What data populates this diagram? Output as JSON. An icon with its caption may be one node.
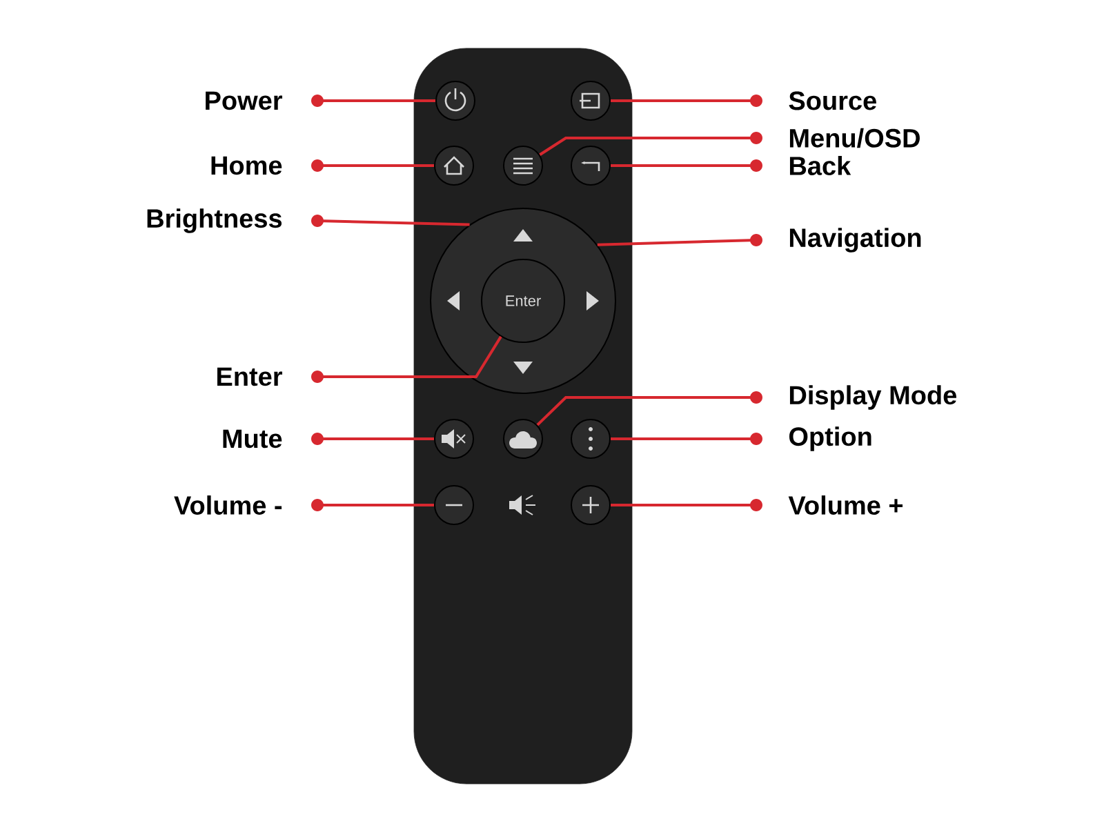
{
  "diagram": {
    "nodes": [
      {
        "text": [],
        "shape": "box"
      },
      {
        "text": [],
        "shape": "circle",
        "in": 0
      },
      {
        "text": [],
        "shape": "circle",
        "in": 0
      },
      {
        "text": [],
        "shape": "circle",
        "in": 0
      },
      {
        "text": [],
        "shape": "circle",
        "in": 0
      },
      {
        "text": [],
        "shape": "circle",
        "in": 0
      },
      {
        "text": [],
        "shape": "circle",
        "in": 0
      },
      {
        "text": [
          "Enter"
        ],
        "in": 6
      },
      {
        "text": [],
        "shape": "circle",
        "in": 0
      },
      {
        "text": [],
        "shape": "circle",
        "in": 0
      },
      {
        "text": [],
        "shape": "circle",
        "in": 0
      },
      {
        "text": [],
        "shape": "circle",
        "in": 0
      },
      {
        "text": [],
        "shape": "circle",
        "in": 0
      },
      {
        "text": [
          "Power"
        ]
      },
      {
        "text": [
          "Home"
        ]
      },
      {
        "text": [
          "Brightness"
        ]
      },
      {
        "text": [
          "Enter"
        ]
      },
      {
        "text": [
          "Mute"
        ]
      },
      {
        "text": [
          "Volume -"
        ]
      },
      {
        "text": [
          "Source"
        ]
      },
      {
        "text": [
          "Menu/OSD"
        ]
      },
      {
        "text": [
          "Back"
        ]
      },
      {
        "text": [
          "Navigation"
        ]
      },
      {
        "text": [
          "Display Mode"
        ]
      },
      {
        "text": [
          "Option"
        ]
      },
      {
        "text": [
          "Volume +"
        ]
      }
    ],
    "edges": [
      {
        "from": 13,
        "to": 1,
        "arrow": "other"
      },
      {
        "from": 14,
        "to": 3,
        "arrow": "other"
      },
      {
        "from": 15,
        "to": 6,
        "arrow": "other"
      },
      {
        "from": 16,
        "to": 7,
        "arrow": "other"
      },
      {
        "from": 17,
        "to": 8,
        "arrow": "other"
      },
      {
        "from": 18,
        "to": 11,
        "arrow": "other"
      },
      {
        "from": 19,
        "to": 2,
        "arrow": "other"
      },
      {
        "from": 20,
        "to": 4,
        "arrow": "other"
      },
      {
        "from": 21,
        "to": 5,
        "arrow": "other"
      },
      {
        "from": 22,
        "to": 6,
        "arrow": "other"
      },
      {
        "from": 23,
        "to": 9,
        "arrow": "other"
      },
      {
        "from": 24,
        "to": 10,
        "arrow": "other"
      },
      {
        "from": 25,
        "to": 12,
        "arrow": "other"
      }
    ]
  }
}
